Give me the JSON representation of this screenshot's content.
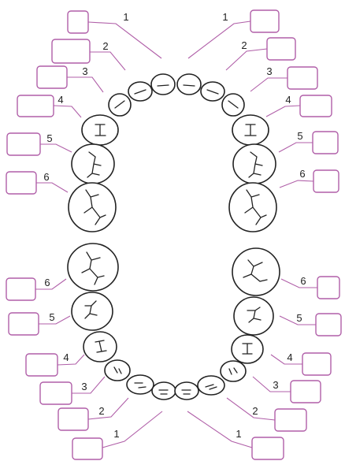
{
  "diagram": {
    "colors": {
      "box_stroke": "#b05fa8",
      "leader": "#b05fa8",
      "tooth_stroke": "#222222"
    },
    "upper_arch": [
      {
        "right": "1",
        "left": "1"
      },
      {
        "right": "2",
        "left": "2"
      },
      {
        "right": "3",
        "left": "3"
      },
      {
        "right": "4",
        "left": "4"
      },
      {
        "right": "5",
        "left": "5"
      },
      {
        "right": "6",
        "left": "6"
      }
    ],
    "lower_arch": [
      {
        "right": "6",
        "left": "6"
      },
      {
        "right": "5",
        "left": "5"
      },
      {
        "right": "4",
        "left": "4"
      },
      {
        "right": "3",
        "left": "3"
      },
      {
        "right": "2",
        "left": "2"
      },
      {
        "right": "1",
        "left": "1"
      }
    ]
  }
}
